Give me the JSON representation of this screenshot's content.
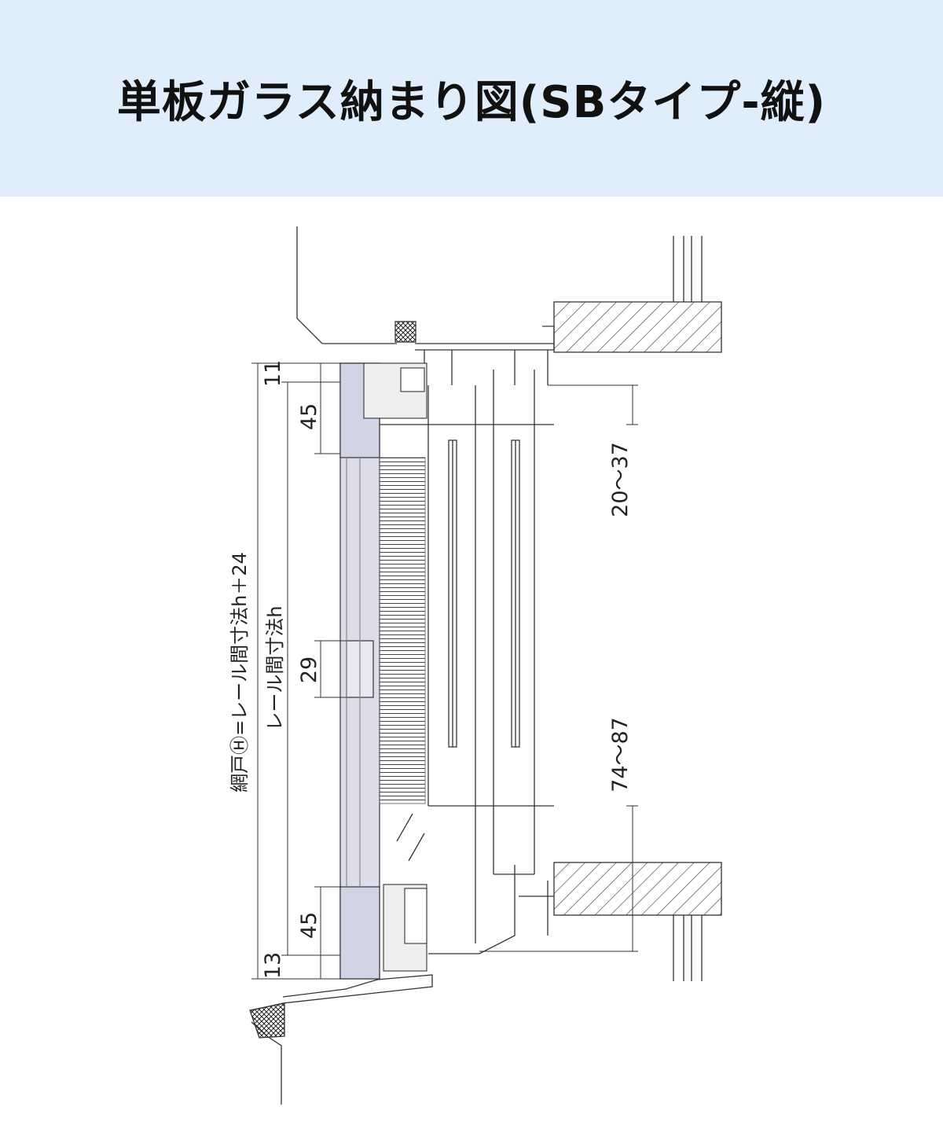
{
  "title": "単板ガラス納まり図(SBタイプ-縦)",
  "dimensions": {
    "top_gap": "11",
    "top_rail": "45",
    "mid_bar": "29",
    "bottom_rail": "45",
    "bottom_gap": "13",
    "upper_range": "20～37",
    "lower_range": "74～87",
    "rail_h": "レール間寸法h",
    "screen_H": "網戸Ⓗ=レール間寸法h＋24"
  }
}
